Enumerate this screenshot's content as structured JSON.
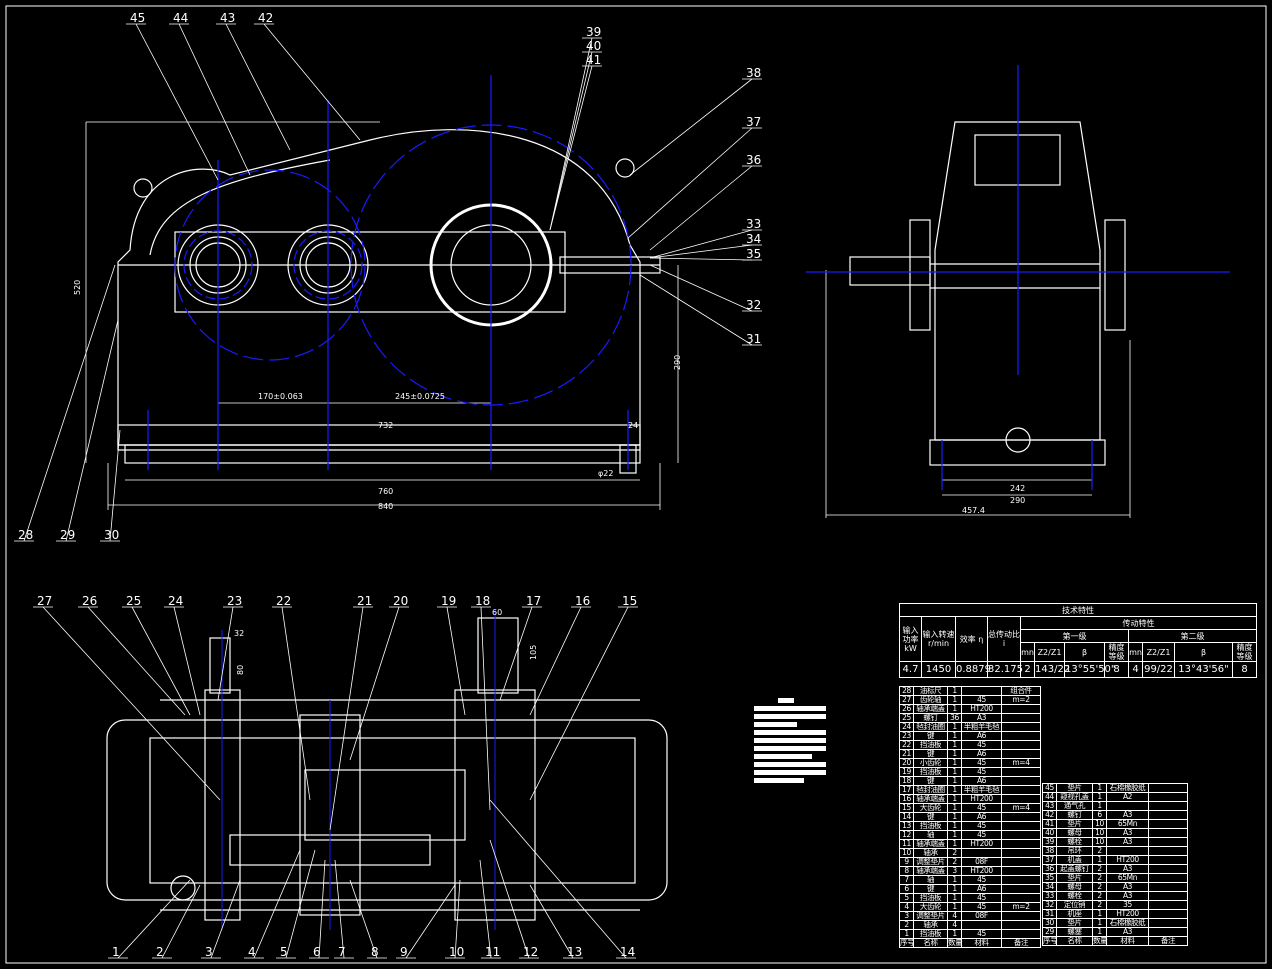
{
  "colors": {
    "background": "#000000",
    "lines": "#ffffff",
    "centerlines": "#1a1aff"
  },
  "dimensions": {
    "front_height": "520",
    "front_center_height": "290",
    "center_dist_1": "170±0.063",
    "center_dist_2": "245±0.0725",
    "base_inner": "732",
    "flange": "24",
    "base_bolt": "760",
    "overall_length": "840",
    "hole": "φ22",
    "side_bolt": "242",
    "side_width": "290",
    "side_overall": "457.4",
    "shaft_in_len": "80",
    "shaft_in_dia": "32",
    "shaft_out_dia": "60",
    "shaft_out_len": "105"
  },
  "callouts_front": [
    "45",
    "44",
    "43",
    "42",
    "39",
    "40",
    "41",
    "38",
    "37",
    "36",
    "33",
    "34",
    "35",
    "32",
    "31",
    "28",
    "29",
    "30"
  ],
  "callouts_plan_top": [
    "27",
    "26",
    "25",
    "24",
    "23",
    "22",
    "21",
    "20",
    "19",
    "18",
    "17",
    "16",
    "15"
  ],
  "callouts_plan_bottom": [
    "1",
    "2",
    "3",
    "4",
    "5",
    "6",
    "7",
    "8",
    "9",
    "10",
    "11",
    "12",
    "13",
    "14"
  ],
  "spec_table": {
    "title": "技术特性",
    "headers": {
      "power": "输入功率 kW",
      "speed": "输入转速 r/min",
      "efficiency": "效率 η",
      "ratio": "总传动比 i",
      "transmission": "传动特性",
      "stage1": "第一级",
      "stage2": "第二级",
      "mn": "mn",
      "z": "Z2/Z1",
      "beta": "β",
      "grade": "精度等级"
    },
    "values": {
      "power": "4.7",
      "speed": "1450",
      "efficiency": "0.8879",
      "ratio": "32.175",
      "mn1": "2",
      "z1": "143/22",
      "beta1": "13°55'50\"",
      "grade1": "8",
      "mn2": "4",
      "z2": "99/22",
      "beta2": "13°43'56\"",
      "grade2": "8"
    }
  },
  "parts_header": {
    "no": "序号",
    "name": "名称",
    "qty": "数量",
    "material": "材料",
    "note": "备注"
  },
  "parts_left": [
    {
      "no": "28",
      "name": "油标尺",
      "qty": "1",
      "material": "",
      "note": "组合件"
    },
    {
      "no": "27",
      "name": "齿轮轴",
      "qty": "1",
      "material": "45",
      "note": "m=2"
    },
    {
      "no": "26",
      "name": "轴承端盖",
      "qty": "1",
      "material": "HT200",
      "note": ""
    },
    {
      "no": "25",
      "name": "螺钉",
      "qty": "36",
      "material": "A3",
      "note": ""
    },
    {
      "no": "24",
      "name": "毡封油圈",
      "qty": "1",
      "material": "半粗羊毛毡",
      "note": ""
    },
    {
      "no": "23",
      "name": "键",
      "qty": "1",
      "material": "A6",
      "note": ""
    },
    {
      "no": "22",
      "name": "挡油板",
      "qty": "1",
      "material": "45",
      "note": ""
    },
    {
      "no": "21",
      "name": "键",
      "qty": "1",
      "material": "A6",
      "note": ""
    },
    {
      "no": "20",
      "name": "小齿轮",
      "qty": "1",
      "material": "45",
      "note": "m=4"
    },
    {
      "no": "19",
      "name": "挡油板",
      "qty": "1",
      "material": "45",
      "note": ""
    },
    {
      "no": "18",
      "name": "键",
      "qty": "1",
      "material": "A6",
      "note": ""
    },
    {
      "no": "17",
      "name": "毡封油圈",
      "qty": "1",
      "material": "半粗羊毛毡",
      "note": ""
    },
    {
      "no": "16",
      "name": "轴承端盖",
      "qty": "1",
      "material": "HT200",
      "note": ""
    },
    {
      "no": "15",
      "name": "大齿轮",
      "qty": "1",
      "material": "45",
      "note": "m=4"
    },
    {
      "no": "14",
      "name": "键",
      "qty": "1",
      "material": "A6",
      "note": ""
    },
    {
      "no": "13",
      "name": "挡油板",
      "qty": "1",
      "material": "45",
      "note": ""
    },
    {
      "no": "12",
      "name": "轴",
      "qty": "1",
      "material": "45",
      "note": ""
    },
    {
      "no": "11",
      "name": "轴承端盖",
      "qty": "1",
      "material": "HT200",
      "note": ""
    },
    {
      "no": "10",
      "name": "轴承",
      "qty": "2",
      "material": "",
      "note": ""
    },
    {
      "no": "9",
      "name": "调整垫片",
      "qty": "2",
      "material": "08F",
      "note": ""
    },
    {
      "no": "8",
      "name": "轴承端盖",
      "qty": "3",
      "material": "HT200",
      "note": ""
    },
    {
      "no": "7",
      "name": "轴",
      "qty": "1",
      "material": "45",
      "note": ""
    },
    {
      "no": "6",
      "name": "键",
      "qty": "1",
      "material": "A6",
      "note": ""
    },
    {
      "no": "5",
      "name": "挡油板",
      "qty": "1",
      "material": "45",
      "note": ""
    },
    {
      "no": "4",
      "name": "大齿轮",
      "qty": "1",
      "material": "45",
      "note": "m=2"
    },
    {
      "no": "3",
      "name": "调整垫片",
      "qty": "4",
      "material": "08F",
      "note": ""
    },
    {
      "no": "2",
      "name": "轴承",
      "qty": "4",
      "material": "",
      "note": ""
    },
    {
      "no": "1",
      "name": "挡油板",
      "qty": "1",
      "material": "45",
      "note": ""
    }
  ],
  "parts_right": [
    {
      "no": "45",
      "name": "垫片",
      "qty": "1",
      "material": "石棉橡胶纸",
      "note": ""
    },
    {
      "no": "44",
      "name": "窥视孔盖",
      "qty": "1",
      "material": "A2",
      "note": ""
    },
    {
      "no": "43",
      "name": "通气孔",
      "qty": "1",
      "material": "",
      "note": ""
    },
    {
      "no": "42",
      "name": "螺钉",
      "qty": "6",
      "material": "A3",
      "note": ""
    },
    {
      "no": "41",
      "name": "垫片",
      "qty": "10",
      "material": "65Mn",
      "note": ""
    },
    {
      "no": "40",
      "name": "螺母",
      "qty": "10",
      "material": "A3",
      "note": ""
    },
    {
      "no": "39",
      "name": "螺栓",
      "qty": "10",
      "material": "A3",
      "note": ""
    },
    {
      "no": "38",
      "name": "吊环",
      "qty": "2",
      "material": "",
      "note": ""
    },
    {
      "no": "37",
      "name": "机盖",
      "qty": "1",
      "material": "HT200",
      "note": ""
    },
    {
      "no": "36",
      "name": "起盖螺钉",
      "qty": "2",
      "material": "A3",
      "note": ""
    },
    {
      "no": "35",
      "name": "垫片",
      "qty": "2",
      "material": "65Mn",
      "note": ""
    },
    {
      "no": "34",
      "name": "螺母",
      "qty": "2",
      "material": "A3",
      "note": ""
    },
    {
      "no": "33",
      "name": "螺栓",
      "qty": "2",
      "material": "A3",
      "note": ""
    },
    {
      "no": "32",
      "name": "定位销",
      "qty": "2",
      "material": "35",
      "note": ""
    },
    {
      "no": "31",
      "name": "机座",
      "qty": "1",
      "material": "HT200",
      "note": ""
    },
    {
      "no": "30",
      "name": "垫片",
      "qty": "1",
      "material": "石棉橡胶纸",
      "note": ""
    },
    {
      "no": "29",
      "name": "螺塞",
      "qty": "1",
      "material": "A3",
      "note": ""
    }
  ]
}
